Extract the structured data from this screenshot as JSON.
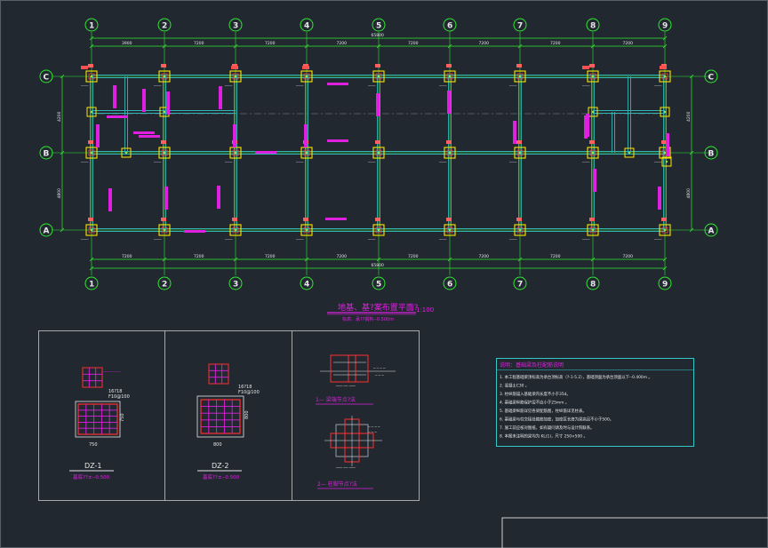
{
  "plan": {
    "axes_x": [
      "1",
      "2",
      "3",
      "4",
      "5",
      "6",
      "7",
      "8",
      "9"
    ],
    "axes_y": [
      "C",
      "B",
      "A"
    ],
    "dims_top": [
      "3900",
      "7200",
      "7200",
      "7200",
      "7200",
      "7200",
      "7200",
      "7200"
    ],
    "total_top": "65800",
    "dims_bottom": [
      "7200",
      "7200",
      "7200",
      "7200",
      "7200",
      "7200",
      "7200",
      "7200"
    ],
    "total_bottom": "65800",
    "dims_left": [
      "4200",
      "4800"
    ],
    "dims_right": [
      "4200",
      "4800"
    ],
    "title": "地基、基?案布置平面?",
    "scale": "1:100",
    "subtitle": "标高：承??钢构--0.500m"
  },
  "details": {
    "dz1": {
      "title": "DZ-1",
      "sub": "基底??±--0.500",
      "dim_w": "750",
      "dim_h": "750",
      "rebar": "16?18\nF10@100"
    },
    "dz2": {
      "title": "DZ-2",
      "sub": "基底??±--0.500",
      "dim_w": "800",
      "dim_h": "800",
      "rebar": "16?18\nF10@100"
    },
    "sec1": {
      "title": "1—  梁端节点?法"
    },
    "sec2": {
      "title": "2—  柱脚节点?法"
    }
  },
  "notes": {
    "title": "说明：基础梁及柱配筋说明",
    "items": [
      "1. 本工程基础梁顶标高为承台顶标高（?-1-5.2），基础顶面为承台顶面以下--0.400m 。",
      "2. 混凝土C30 。",
      "3. 柱纵筋锚入基础梁内长度不小于35d。",
      "4. 基础梁纵筋保护层不应小于25mm 。",
      "5. 基础梁纵筋详见各梁配筋图，柱纵筋详见柱表。",
      "6. 基础梁与柱交接处箍筋加密，加密区长度为梁高且不小于500。",
      "7. 施工前应核对图纸，如有疑问请及时与设计院联系。",
      "8. 本图未注明的梁均为 KL(1)，尺寸 250×500 。"
    ]
  },
  "colors": {
    "background": "#212830",
    "axis_bubble": "#30e830",
    "dim_line": "#30e830",
    "beam": "#32b4b4",
    "column": "#ffe600",
    "text_magenta": "#e020e0",
    "text_white": "#e8e8e8",
    "frame": "#d0d0d0",
    "red_accent": "#ff4040"
  }
}
